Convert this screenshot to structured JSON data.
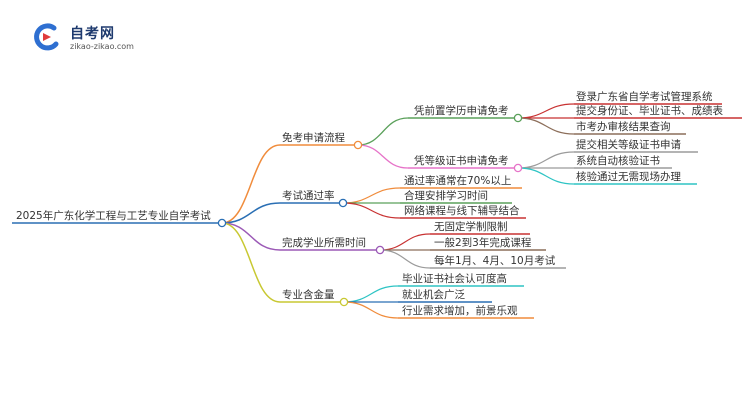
{
  "logo": {
    "title": "自考网",
    "url": "zikao-zikao.com",
    "colors": {
      "blue": "#2e6fd1",
      "red": "#e03b3b",
      "text": "#1e3a6e"
    }
  },
  "mindmap": {
    "root": "2025年广东化学工程与工艺专业自学考试",
    "branches": [
      {
        "label": "免考申请流程",
        "color": "#f08c3c",
        "children": [
          {
            "label": "凭前置学历申请免考",
            "color": "#5aa05a",
            "children": [
              {
                "label": "登录广东省自学考试管理系统",
                "color": "#c83232"
              },
              {
                "label": "提交身份证、毕业证书、成绩表",
                "color": "#c83232"
              },
              {
                "label": "市考办审核结果查询",
                "color": "#8c6e5a"
              }
            ]
          },
          {
            "label": "凭等级证书申请免考",
            "color": "#e673c8",
            "children": [
              {
                "label": "提交相关等级证书申请",
                "color": "#9b9b9b"
              },
              {
                "label": "系统自动核验证书",
                "color": "#9b9b9b"
              },
              {
                "label": "核验通过无需现场办理",
                "color": "#2ec4c4"
              }
            ]
          }
        ]
      },
      {
        "label": "考试通过率",
        "color": "#2a6fb4",
        "children": [
          {
            "label": "通过率通常在70%以上",
            "color": "#f08c3c"
          },
          {
            "label": "合理安排学习时间",
            "color": "#5aa05a"
          },
          {
            "label": "网络课程与线下辅导结合",
            "color": "#c83232"
          }
        ]
      },
      {
        "label": "完成学业所需时间",
        "color": "#9b59b6",
        "children": [
          {
            "label": "无固定学制限制",
            "color": "#c83232"
          },
          {
            "label": "一般2到3年完成课程",
            "color": "#8c6e5a"
          },
          {
            "label": "每年1月、4月、10月考试",
            "color": "#9b9b9b"
          }
        ]
      },
      {
        "label": "专业含金量",
        "color": "#c8c832",
        "children": [
          {
            "label": "毕业证书社会认可度高",
            "color": "#2ec4c4"
          },
          {
            "label": "就业机会广泛",
            "color": "#2a6fb4"
          },
          {
            "label": "行业需求增加，前景乐观",
            "color": "#f08c3c"
          }
        ]
      }
    ]
  }
}
